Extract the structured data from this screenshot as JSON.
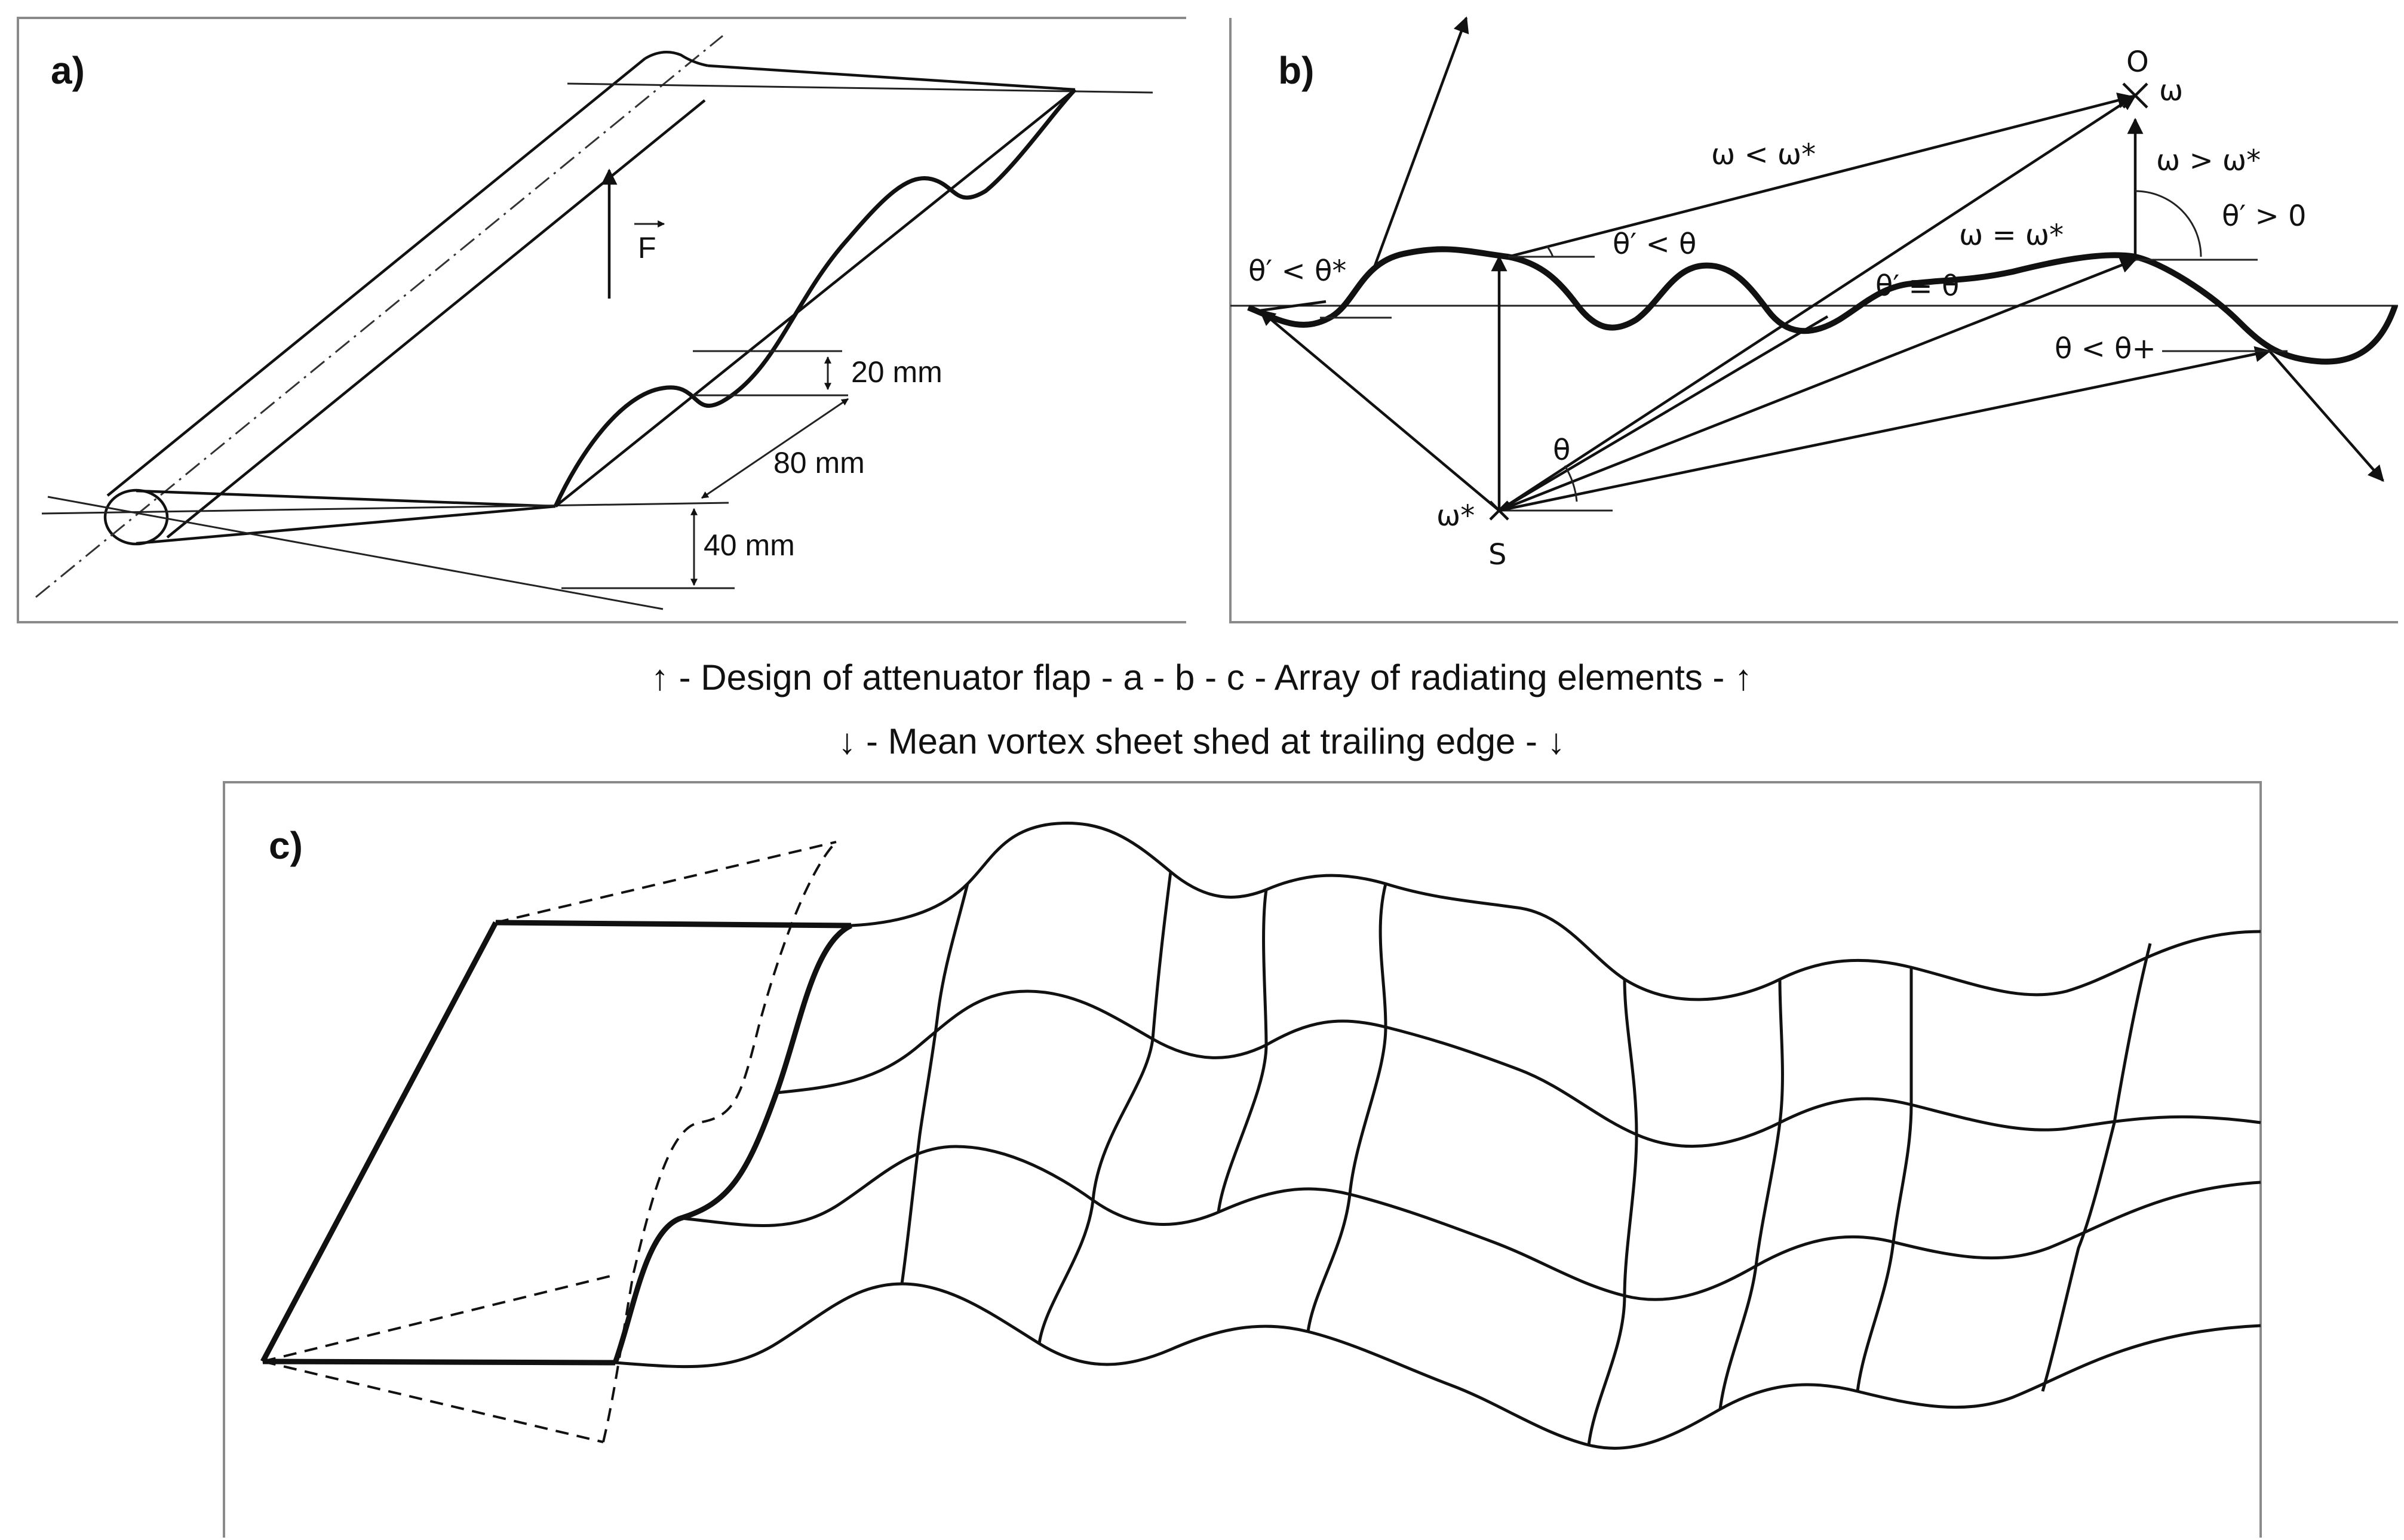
{
  "panels": {
    "a": {
      "label": "a)",
      "force_label": "F",
      "dim_20": "20 mm",
      "dim_80": "80 mm",
      "dim_40": "40 mm"
    },
    "b": {
      "label": "b)",
      "theta_prime_lt_theta_star": "θ′ < θ*",
      "theta_prime_lt_theta": "θ′ < θ",
      "omega_lt_omega_star": "ω < ω*",
      "omega_eq_omega_star": "ω = ω*",
      "theta_prime_eq_theta": "θ′ ≡ θ",
      "omega_gt_omega_star": "ω > ω*",
      "theta_prime_gt_zero": "θ′ > 0",
      "theta_lt_theta_plus": "θ < θ+",
      "theta": "θ",
      "omega_star": "ω*",
      "source": "S",
      "observer": "O",
      "omega": "ω"
    },
    "c": {
      "label": "c)"
    }
  },
  "legend": {
    "line1": "↑ - Design of attenuator flap - a - b - c - Array of radiating elements - ↑",
    "line2": "↓ - Mean vortex sheet shed at trailing edge - ↓"
  }
}
